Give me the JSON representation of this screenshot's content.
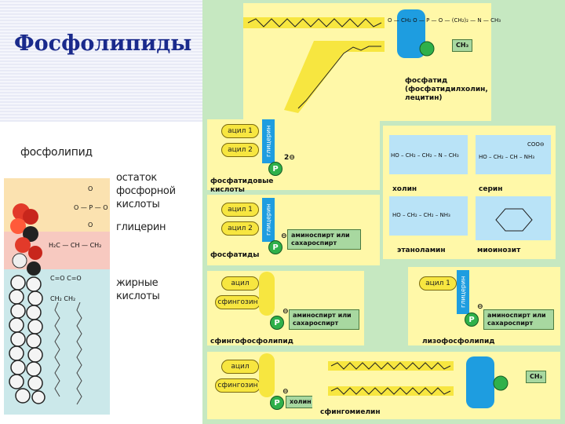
{
  "title": "Фосфолипиды",
  "left": {
    "heading": "фосфолипид",
    "label_phosphate": "остаток фосфорной кислоты",
    "label_glycerol": "глицерин",
    "label_fatty": "жирные кислоты",
    "formula": {
      "o_top": "O",
      "o_p": "O — P — O",
      "o_bottom": "O",
      "glycerol_row": "H₂C — CH — CH₂",
      "ester_row": "C=O  C=O",
      "ch2_row": "CH₂  CH₂"
    }
  },
  "right": {
    "phosphatide_label": "фосфатид (фосфатидилхолин, лецитин)",
    "phosphatidic_acid": "фосфатидовые кислоты",
    "phosphatides": "фосфатиды",
    "sphingophospholipid": "сфингофосфолипид",
    "lysophospholipid": "лизофосфолипид",
    "sphingomyelin": "сфингомиелин",
    "acyl1": "ацил 1",
    "acyl2": "ацил 2",
    "acyl": "ацил",
    "sphingosine": "сфингозин",
    "glycerol_bar": "глицерин",
    "p": "P",
    "charge2": "2⊖",
    "charge1": "⊖",
    "aminoalcohol": "аминоспирт или сахароспирт",
    "choline_short": "холин",
    "choline": "холин",
    "serine": "серин",
    "ethanolamine": "этаноламин",
    "inositol": "миоинозит",
    "formula_choline": "HO – CH₂ – CH₂ – N – CH₃",
    "formula_serine": "HO – CH₂ – CH – NH₃",
    "formula_ethanolamine": "HO – CH₂ – CH₂ – NH₃",
    "coo": "COO⊖",
    "ch3": "CH₃",
    "top_formula": "O — CH₂   O — P — O — (CH₂)₂ — N — CH₃"
  }
}
